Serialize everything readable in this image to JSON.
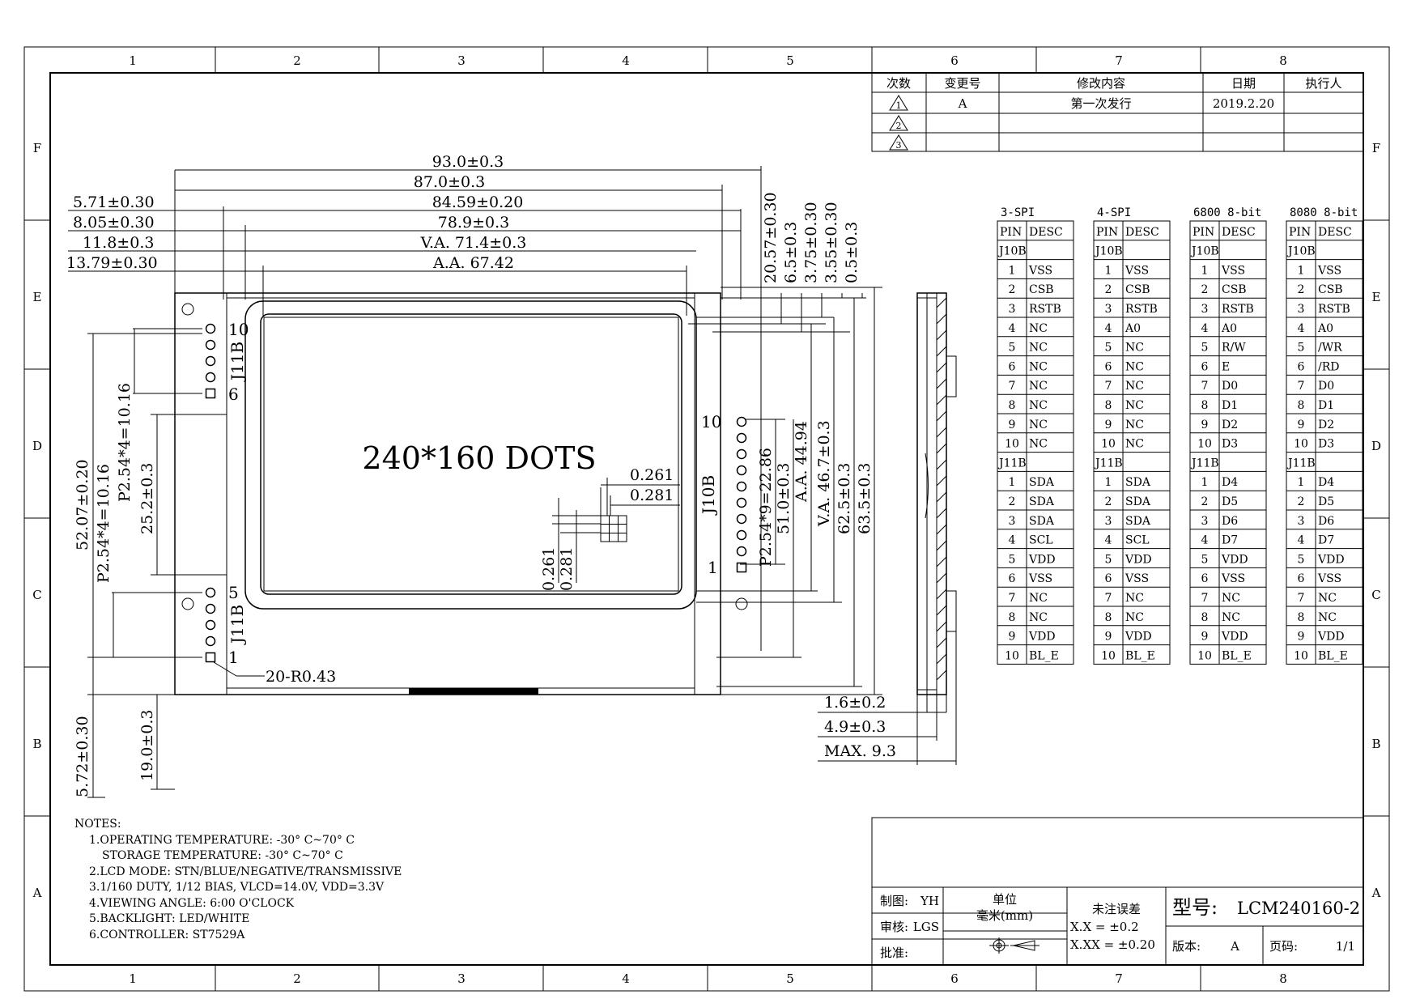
{
  "grid": {
    "columns": [
      "1",
      "2",
      "3",
      "4",
      "5",
      "6",
      "7",
      "8"
    ],
    "rows": [
      "F",
      "E",
      "D",
      "C",
      "B",
      "A"
    ]
  },
  "revision": {
    "headers": [
      "次数",
      "变更号",
      "修改内容",
      "日期",
      "执行人"
    ],
    "rows": [
      {
        "num": "1",
        "change": "A",
        "content": "第一次发行",
        "date": "2019.2.20",
        "by": ""
      },
      {
        "num": "2",
        "change": "",
        "content": "",
        "date": "",
        "by": ""
      },
      {
        "num": "3",
        "change": "",
        "content": "",
        "date": "",
        "by": ""
      }
    ]
  },
  "dimensions": {
    "top": [
      "93.0±0.3",
      "87.0±0.3",
      "84.59±0.20",
      "78.9±0.3",
      "V.A. 71.4±0.3",
      "A.A. 67.42"
    ],
    "left_top": [
      "5.71±0.30",
      "8.05±0.30",
      "11.8±0.3",
      "13.79±0.30"
    ],
    "right_vertical": [
      "20.57±0.30",
      "6.5±0.3",
      "3.75±0.30",
      "3.55±0.30",
      "0.5±0.3"
    ],
    "right_height": [
      "P2.54*9=22.86",
      "51.0±0.3",
      "A.A. 44.94",
      "V.A. 46.7±0.3",
      "62.5±0.3",
      "63.5±0.3"
    ],
    "left_vertical": [
      "52.07±0.20",
      "P2.54*4=10.16",
      "P2.54*4=10.16",
      "25.2±0.3"
    ],
    "bottom_left": [
      "5.72±0.30",
      "19.0±0.3"
    ],
    "pixel": [
      "0.261",
      "0.281",
      "0.261",
      "0.281"
    ],
    "side": [
      "1.6±0.2",
      "4.9±0.3",
      "MAX. 9.3"
    ],
    "hole": "20-R0.43"
  },
  "panel": {
    "label": "240*160 DOTS",
    "j11b": "J11B",
    "j10b": "J10B",
    "pin_top_hi": "10",
    "pin_top_lo": "6",
    "pin_bot_hi": "5",
    "pin_bot_lo": "1",
    "pin_j10_hi": "10",
    "pin_j10_lo": "1"
  },
  "pinout": {
    "col_headers": [
      "PIN",
      "DESC"
    ],
    "tables": [
      {
        "mode": "3-SPI",
        "j10b": "J10B",
        "j11b": "J11B",
        "j10": [
          "VSS",
          "CSB",
          "RSTB",
          "NC",
          "NC",
          "NC",
          "NC",
          "NC",
          "NC",
          "NC"
        ],
        "j11": [
          "SDA",
          "SDA",
          "SDA",
          "SCL",
          "VDD",
          "VSS",
          "NC",
          "NC",
          "VDD",
          "BL_E"
        ]
      },
      {
        "mode": "4-SPI",
        "j10b": "J10B",
        "j11b": "J11B",
        "j10": [
          "VSS",
          "CSB",
          "RSTB",
          "A0",
          "NC",
          "NC",
          "NC",
          "NC",
          "NC",
          "NC"
        ],
        "j11": [
          "SDA",
          "SDA",
          "SDA",
          "SCL",
          "VDD",
          "VSS",
          "NC",
          "NC",
          "VDD",
          "BL_E"
        ]
      },
      {
        "mode": "6800 8-bit",
        "j10b": "J10B",
        "j11b": "J11B",
        "j10": [
          "VSS",
          "CSB",
          "RSTB",
          "A0",
          "R/W",
          "E",
          "D0",
          "D1",
          "D2",
          "D3"
        ],
        "j11": [
          "D4",
          "D5",
          "D6",
          "D7",
          "VDD",
          "VSS",
          "NC",
          "NC",
          "VDD",
          "BL_E"
        ]
      },
      {
        "mode": "8080 8-bit",
        "j10b": "J10B",
        "j11b": "J11B",
        "j10": [
          "VSS",
          "CSB",
          "RSTB",
          "A0",
          "/WR",
          "/RD",
          "D0",
          "D1",
          "D2",
          "D3"
        ],
        "j11": [
          "D4",
          "D5",
          "D6",
          "D7",
          "VDD",
          "VSS",
          "NC",
          "NC",
          "VDD",
          "BL_E"
        ]
      }
    ]
  },
  "notes": {
    "title": "NOTES:",
    "items": [
      "1.OPERATING TEMPERATURE: -30° C~70° C",
      "STORAGE TEMPERATURE: -30° C~70° C",
      "2.LCD MODE: STN/BLUE/NEGATIVE/TRANSMISSIVE",
      "3.1/160 DUTY, 1/12 BIAS, VLCD=14.0V, VDD=3.3V",
      "4.VIEWING ANGLE: 6:00 O'CLOCK",
      "5.BACKLIGHT: LED/WHITE",
      "6.CONTROLLER: ST7529A"
    ]
  },
  "title_block": {
    "drawn_label": "制图:",
    "drawn_by": "YH",
    "check_label": "审核:",
    "checked_by": "LGS",
    "approve_label": "批准:",
    "unit_label": "单位",
    "unit_value": "毫米(mm)",
    "tolerance_label": "未注误差",
    "tol_1": "X.X  = ±0.2",
    "tol_2": "X.XX = ±0.20",
    "model_label": "型号:",
    "model": "LCM240160-2",
    "version_label": "版本:",
    "version": "A",
    "page_label": "页码:",
    "page": "1/1"
  }
}
